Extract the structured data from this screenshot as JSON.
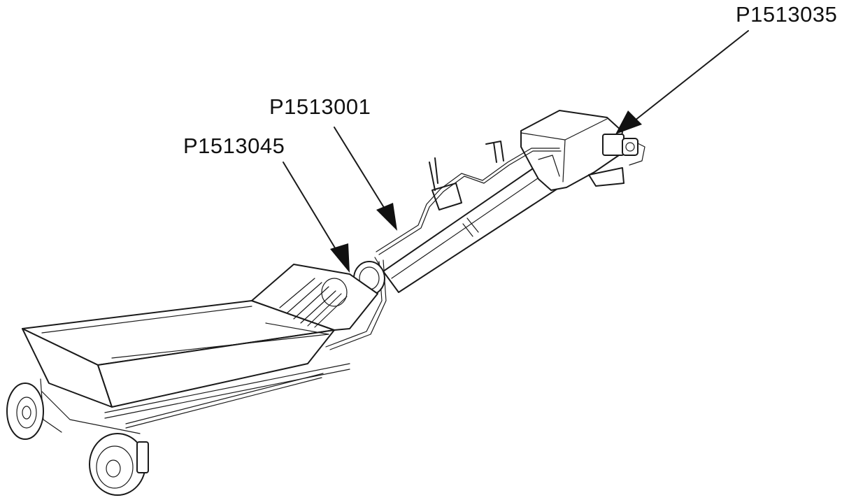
{
  "callouts": [
    {
      "id": "p1513001",
      "part_number": "P1513001"
    },
    {
      "id": "p1513045",
      "part_number": "P1513045"
    },
    {
      "id": "p1513035",
      "part_number": "P1513035"
    }
  ],
  "colors": {
    "line": "#1a1a1a",
    "background": "#ffffff"
  },
  "icon": "auger-conveyor-line-drawing"
}
